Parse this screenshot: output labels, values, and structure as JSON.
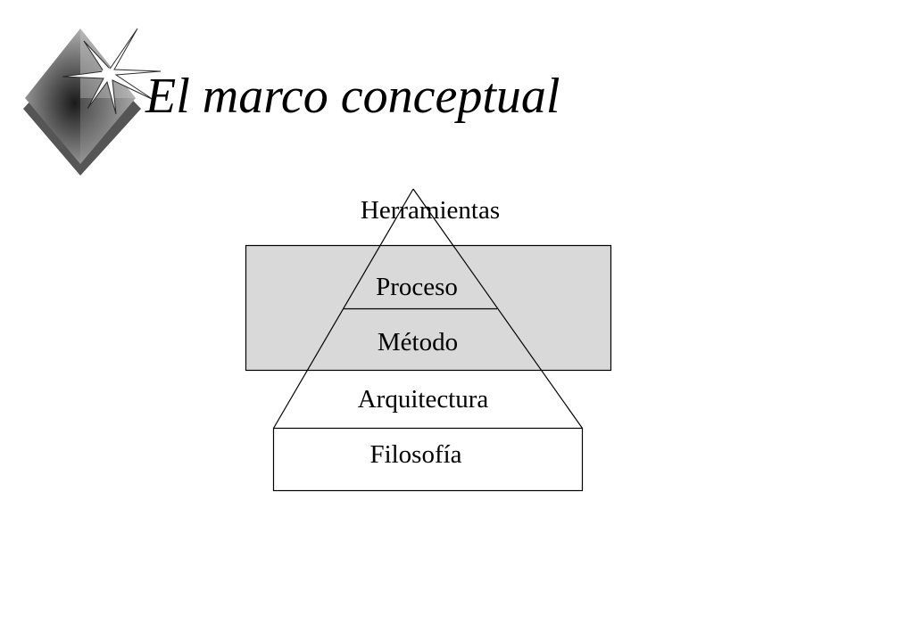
{
  "slide": {
    "title": "El marco conceptual"
  },
  "diagram": {
    "layers": [
      {
        "label": "Herramientas"
      },
      {
        "label": "Proceso"
      },
      {
        "label": "Método"
      },
      {
        "label": "Arquitectura"
      },
      {
        "label": "Filosofía"
      }
    ],
    "highlight_color": "#d9d9d9",
    "stroke_color": "#000000"
  },
  "logo": {
    "icon": "diamond-starburst-icon"
  }
}
